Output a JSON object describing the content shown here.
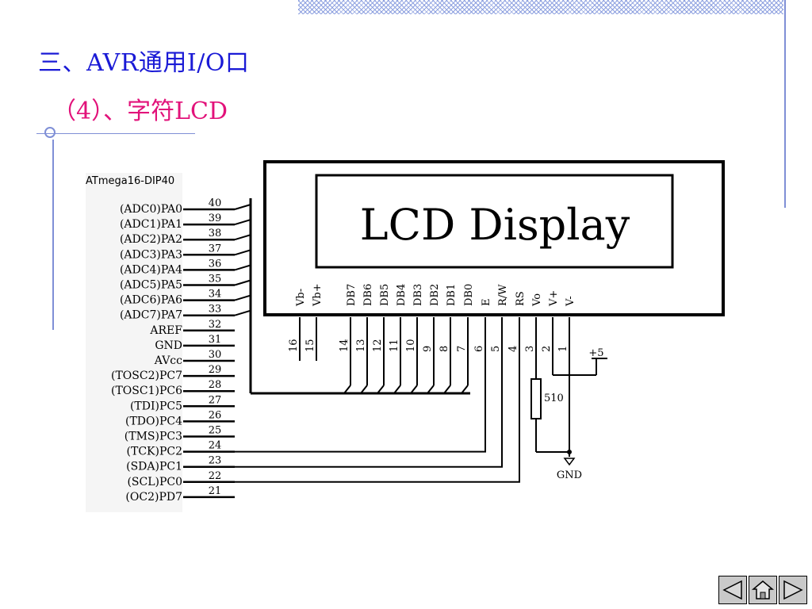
{
  "slide": {
    "title": "三、AVR通用I/O口",
    "subtitle": "（4）、字符LCD"
  },
  "diagram": {
    "chip_label": "ATmega16-DIP40",
    "pins": [
      {
        "num": "40",
        "name": "(ADC0)PA0"
      },
      {
        "num": "39",
        "name": "(ADC1)PA1"
      },
      {
        "num": "38",
        "name": "(ADC2)PA2"
      },
      {
        "num": "37",
        "name": "(ADC3)PA3"
      },
      {
        "num": "36",
        "name": "(ADC4)PA4"
      },
      {
        "num": "35",
        "name": "(ADC5)PA5"
      },
      {
        "num": "34",
        "name": "(ADC6)PA6"
      },
      {
        "num": "33",
        "name": "(ADC7)PA7"
      },
      {
        "num": "32",
        "name": "AREF"
      },
      {
        "num": "31",
        "name": "GND"
      },
      {
        "num": "30",
        "name": "AVcc"
      },
      {
        "num": "29",
        "name": "(TOSC2)PC7"
      },
      {
        "num": "28",
        "name": "(TOSC1)PC6"
      },
      {
        "num": "27",
        "name": "(TDI)PC5"
      },
      {
        "num": "26",
        "name": "(TDO)PC4"
      },
      {
        "num": "25",
        "name": "(TMS)PC3"
      },
      {
        "num": "24",
        "name": "(TCK)PC2"
      },
      {
        "num": "23",
        "name": "(SDA)PC1"
      },
      {
        "num": "22",
        "name": "(SCL)PC0"
      },
      {
        "num": "21",
        "name": "(OC2)PD7"
      }
    ],
    "lcd_text": "LCD Display",
    "lcd_pins": [
      {
        "num": "16",
        "name": "Vb-"
      },
      {
        "num": "15",
        "name": "Vb+"
      },
      {
        "num": "14",
        "name": "DB7"
      },
      {
        "num": "13",
        "name": "DB6"
      },
      {
        "num": "12",
        "name": "DB5"
      },
      {
        "num": "11",
        "name": "DB4"
      },
      {
        "num": "10",
        "name": "DB3"
      },
      {
        "num": "9",
        "name": "DB2"
      },
      {
        "num": "8",
        "name": "DB1"
      },
      {
        "num": "7",
        "name": "DB0"
      },
      {
        "num": "6",
        "name": "E"
      },
      {
        "num": "5",
        "name": "R/W"
      },
      {
        "num": "4",
        "name": "RS"
      },
      {
        "num": "3",
        "name": "Vo"
      },
      {
        "num": "2",
        "name": "V+"
      },
      {
        "num": "1",
        "name": "V-"
      }
    ],
    "resistor_label": "510",
    "power_label": "+5",
    "ground_label": "GND"
  },
  "nav": {
    "prev_icon": "left-triangle-icon",
    "home_icon": "home-icon",
    "next_icon": "right-triangle-icon"
  },
  "colors": {
    "title": "#1a1ad6",
    "subtitle": "#e2127a",
    "accent_lines": "#7f8fd6"
  }
}
